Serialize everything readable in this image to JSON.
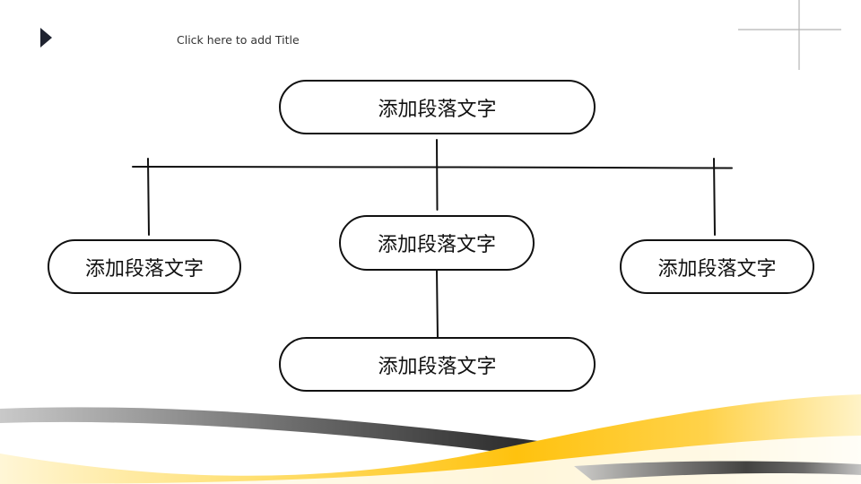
{
  "slide": {
    "title": "Click here to add Title"
  },
  "diagram": {
    "nodes": {
      "top": "添加段落文字",
      "left": "添加段落文字",
      "center": "添加段落文字",
      "right": "添加段落文字",
      "bottom": "添加段落文字"
    }
  },
  "colors": {
    "line": "#111111",
    "accent_yellow": "#ffc20e",
    "accent_gray": "#3a3a3a",
    "corner_line": "#b5b5b5"
  }
}
